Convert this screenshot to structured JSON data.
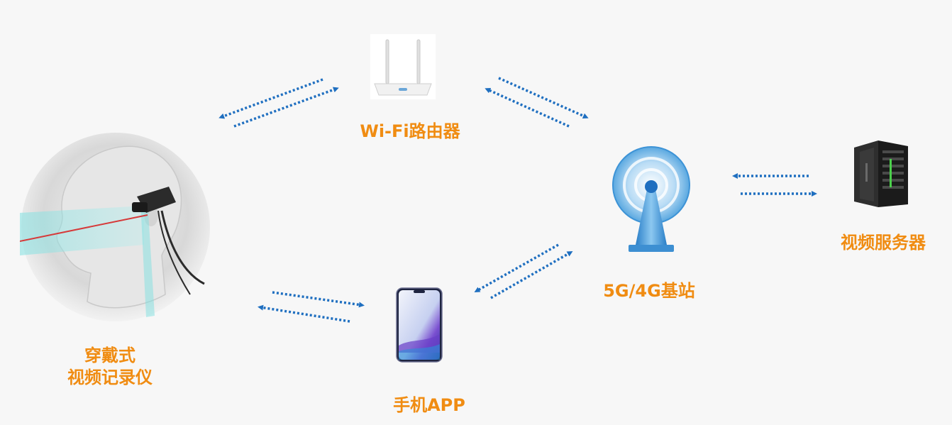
{
  "nodes": {
    "recorder": {
      "label_line1": "穿戴式",
      "label_line2": "视频记录仪",
      "icon": "head-with-wearable-camera-icon"
    },
    "router": {
      "label": "Wi-Fi路由器",
      "icon": "wifi-router-icon"
    },
    "base_station": {
      "label": "5G/4G基站",
      "icon": "cell-tower-icon"
    },
    "server": {
      "label": "视频服务器",
      "icon": "server-rack-icon"
    },
    "phone": {
      "label": "手机APP",
      "icon": "smartphone-icon"
    }
  },
  "colors": {
    "label": "#f08c12",
    "arrow": "#1f6fc0",
    "background": "#f7f7f7"
  }
}
